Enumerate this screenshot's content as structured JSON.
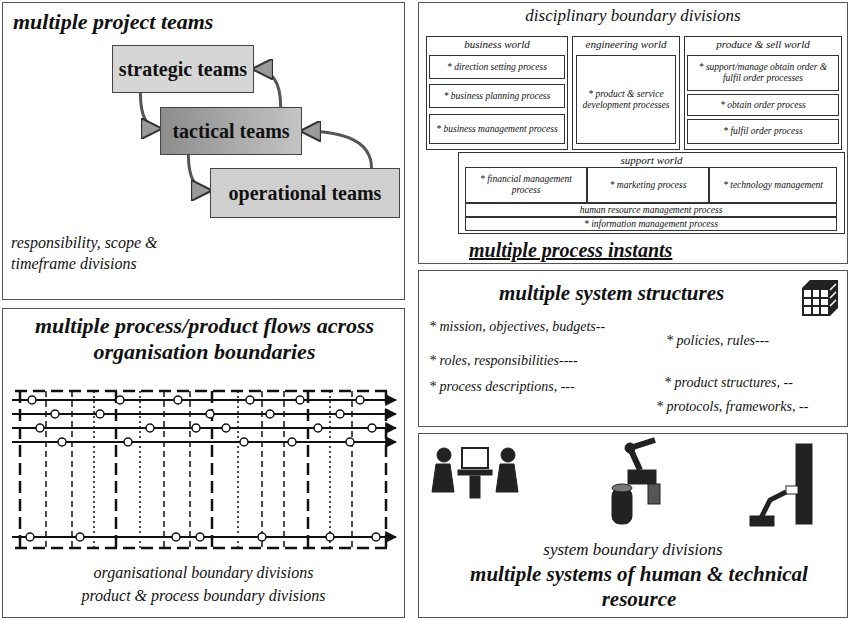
{
  "diagram": {
    "nodes": [
      {
        "text": [
          "multiple project teams",
          "responsibility, scope & timeframe divisions"
        ]
      },
      {
        "text": [
          "strategic teams"
        ],
        "in": 0
      },
      {
        "text": [
          "tactical teams"
        ],
        "in": 0
      },
      {
        "text": [
          "operational teams"
        ],
        "in": 0
      },
      {
        "text": [
          "disciplinary boundary divisions",
          "multiple process instants"
        ]
      },
      {
        "text": [
          "business world"
        ],
        "in": 4
      },
      {
        "text": [
          "* direction setting process"
        ],
        "in": 5
      },
      {
        "text": [
          "* business planning process"
        ],
        "in": 5
      },
      {
        "text": [
          "* business management process"
        ],
        "in": 5
      },
      {
        "text": [
          "engineering world"
        ],
        "in": 4
      },
      {
        "text": [
          "* product & service development processes"
        ],
        "in": 9
      },
      {
        "text": [
          "produce & sell world"
        ],
        "in": 4
      },
      {
        "text": [
          "* support/manage obtain order & fulfil order processes"
        ],
        "in": 11
      },
      {
        "text": [
          "* obtain order process"
        ],
        "in": 11
      },
      {
        "text": [
          "* fulfil order process"
        ],
        "in": 11
      },
      {
        "text": [
          "support world"
        ],
        "in": 4
      },
      {
        "text": [
          "* financial management process"
        ],
        "in": 15
      },
      {
        "text": [
          "* marketing process"
        ],
        "in": 15
      },
      {
        "text": [
          "* technology management"
        ],
        "in": 15
      },
      {
        "text": [
          "human resource management process"
        ],
        "in": 15
      },
      {
        "text": [
          "* information management process"
        ],
        "in": 15
      },
      {
        "text": [
          "multiple process/product flows across organisation boundaries",
          "organisational boundary divisions",
          "product & process boundary divisions"
        ]
      },
      {
        "text": [
          "multiple system structures",
          "* mission, objectives, budgets--",
          "* policies, rules---",
          "* roles, responsibilities----",
          "* process descriptions, ---",
          "* product structures, --",
          "* protocols, frameworks, --"
        ]
      },
      {
        "text": [
          "system boundary divisions",
          "multiple systems of human & technical resource"
        ]
      }
    ],
    "edges": [
      {
        "from": 1,
        "to": 2,
        "arrow": "to"
      },
      {
        "from": 2,
        "to": 1,
        "arrow": "to"
      },
      {
        "from": 2,
        "to": 3,
        "arrow": "to"
      },
      {
        "from": 3,
        "to": 2,
        "arrow": "to"
      }
    ]
  }
}
